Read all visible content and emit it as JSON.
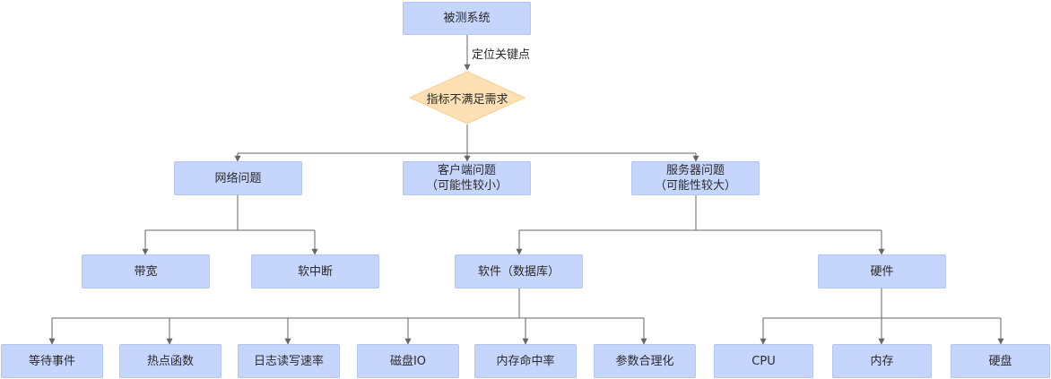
{
  "colors": {
    "node_fill": "#c6d5fb",
    "diamond_fill": "#fde0b3",
    "connector": "#666666"
  },
  "root": {
    "label": "被测系统"
  },
  "edge_label": "定位关键点",
  "decision": {
    "label": "指标不满足需求"
  },
  "categories": {
    "network": {
      "label": "网络问题"
    },
    "client": {
      "line1": "客户端问题",
      "line2": "（可能性较小）"
    },
    "server": {
      "line1": "服务器问题",
      "line2": "（可能性较大）"
    }
  },
  "network_children": {
    "bandwidth": "带宽",
    "soft_interrupt": "软中断"
  },
  "server_children": {
    "software": "软件（数据库）",
    "hardware": "硬件"
  },
  "software_children": {
    "wait_event": "等待事件",
    "hot_function": "热点函数",
    "log_rw_rate": "日志读写速率",
    "disk_io": "磁盘IO",
    "memory_hit_rate": "内存命中率",
    "param_tuning": "参数合理化"
  },
  "hardware_children": {
    "cpu": "CPU",
    "memory": "内存",
    "disk": "硬盘"
  }
}
